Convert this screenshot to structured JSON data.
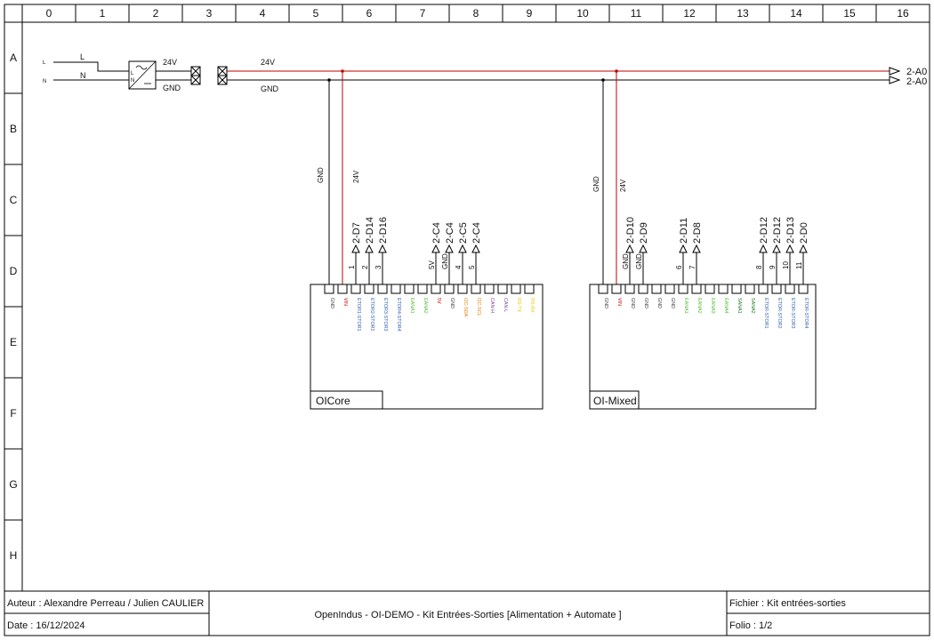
{
  "grid": {
    "columns": [
      "0",
      "1",
      "2",
      "3",
      "4",
      "5",
      "6",
      "7",
      "8",
      "9",
      "10",
      "11",
      "12",
      "13",
      "14",
      "15",
      "16"
    ],
    "rows": [
      "A",
      "B",
      "C",
      "D",
      "E",
      "F",
      "G",
      "H"
    ]
  },
  "supply": {
    "phase_short": "L",
    "neutral_short": "N",
    "phase": "L",
    "neutral": "N",
    "psu_l": "L",
    "psu_n": "N",
    "out_24v": "24V",
    "out_gnd": "GND",
    "bus_24v": "24V",
    "bus_gnd": "GND",
    "ref_24v": "2-A0",
    "ref_gnd": "2-A0"
  },
  "drops": {
    "left_gnd": "GND",
    "left_24v": "24V",
    "right_gnd": "GND",
    "right_24v": "24V"
  },
  "oicore": {
    "name": "OICore",
    "pins": [
      {
        "label": "GND",
        "color": "#333333"
      },
      {
        "label": "VIN",
        "color": "#cc0000"
      },
      {
        "label": "ETOR1-STOR1",
        "color": "#3060b0"
      },
      {
        "label": "ETOR2-STOR2",
        "color": "#3060b0"
      },
      {
        "label": "ETOR3-STOR3",
        "color": "#3060b0"
      },
      {
        "label": "ETOR4-STOR4",
        "color": "#3060b0"
      },
      {
        "label": "EANA1",
        "color": "#55bb33"
      },
      {
        "label": "EANA2",
        "color": "#55bb33"
      },
      {
        "label": "5V",
        "color": "#cc0000"
      },
      {
        "label": "GND",
        "color": "#333333"
      },
      {
        "label": "I2C-SDA",
        "color": "#e07b00"
      },
      {
        "label": "I2C-SCL",
        "color": "#e07b00"
      },
      {
        "label": "CAN-H",
        "color": "#7a3fa0"
      },
      {
        "label": "CAN-L",
        "color": "#7a3fa0"
      },
      {
        "label": "RS-TX",
        "color": "#e6c800"
      },
      {
        "label": "RS-RX",
        "color": "#e6c800"
      }
    ],
    "io": [
      {
        "pin": 2,
        "num": "1",
        "ref": "2-D7"
      },
      {
        "pin": 3,
        "num": "2",
        "ref": "2-D14"
      },
      {
        "pin": 4,
        "num": "3",
        "ref": "2-D16"
      },
      {
        "pin": 8,
        "num": "5V",
        "ref": "2-C4"
      },
      {
        "pin": 9,
        "num": "GND",
        "ref": "2-C4"
      },
      {
        "pin": 10,
        "num": "4",
        "ref": "2-C5"
      },
      {
        "pin": 11,
        "num": "5",
        "ref": "2-C4"
      }
    ]
  },
  "oimixed": {
    "name": "OI-Mixed",
    "pins": [
      {
        "label": "GND",
        "color": "#333333"
      },
      {
        "label": "VIN",
        "color": "#cc0000"
      },
      {
        "label": "GND",
        "color": "#333333"
      },
      {
        "label": "GND",
        "color": "#333333"
      },
      {
        "label": "GND",
        "color": "#333333"
      },
      {
        "label": "GND",
        "color": "#333333"
      },
      {
        "label": "EANA1",
        "color": "#55bb33"
      },
      {
        "label": "EANA2",
        "color": "#55bb33"
      },
      {
        "label": "EANA3",
        "color": "#55bb33"
      },
      {
        "label": "EANA4",
        "color": "#55bb33"
      },
      {
        "label": "SANA1",
        "color": "#1f7a1f"
      },
      {
        "label": "SANA2",
        "color": "#1f7a1f"
      },
      {
        "label": "ETOR-STOR1",
        "color": "#3060b0"
      },
      {
        "label": "ETOR-STOR2",
        "color": "#3060b0"
      },
      {
        "label": "ETOR-STOR3",
        "color": "#3060b0"
      },
      {
        "label": "ETOR-STOR4",
        "color": "#3060b0"
      }
    ],
    "io": [
      {
        "pin": 2,
        "num": "GND",
        "ref": "2-D10"
      },
      {
        "pin": 3,
        "num": "GND",
        "ref": "2-D9"
      },
      {
        "pin": 6,
        "num": "6",
        "ref": "2-D11"
      },
      {
        "pin": 7,
        "num": "7",
        "ref": "2-D8"
      },
      {
        "pin": 12,
        "num": "8",
        "ref": "2-D12"
      },
      {
        "pin": 13,
        "num": "9",
        "ref": "2-D12"
      },
      {
        "pin": 14,
        "num": "10",
        "ref": "2-D13"
      },
      {
        "pin": 15,
        "num": "11",
        "ref": "2-D0"
      }
    ]
  },
  "title_block": {
    "author": "Auteur : Alexandre Perreau / Julien CAULIER",
    "date": "Date : 16/12/2024",
    "title": "OpenIndus - OI-DEMO - Kit Entrées-Sorties  [Alimentation + Automate ]",
    "file": "Fichier : Kit entrées-sorties",
    "folio": "Folio : 1/2"
  },
  "colors": {
    "wire_24v": "#c00000",
    "wire_gnd": "#000000"
  }
}
